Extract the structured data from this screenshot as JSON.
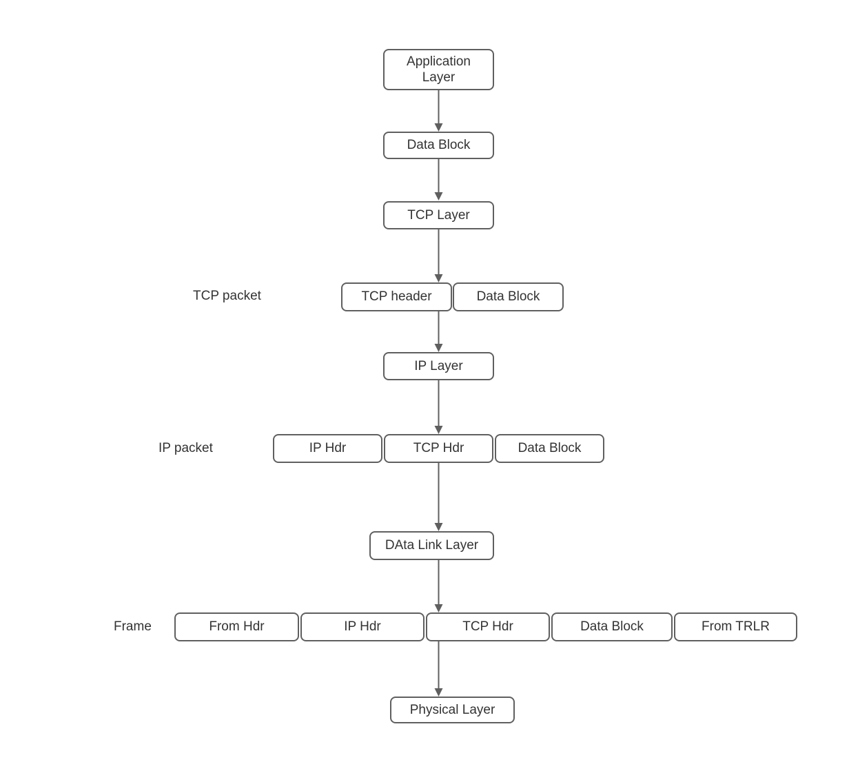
{
  "diagram": {
    "background_color": "#ffffff",
    "box_border_color": "#5f5f5f",
    "box_fill_color": "#ffffff",
    "text_color": "#333333",
    "arrow_color": "#5f5f5f",
    "nodes": {
      "application_layer": "Application Layer",
      "data_block": "Data Block",
      "tcp_layer": "TCP Layer",
      "ip_layer": "IP Layer",
      "data_link_layer": "DAta Link Layer",
      "physical_layer": "Physical Layer"
    },
    "tcp_packet": {
      "label": "TCP packet",
      "segments": [
        "TCP header",
        "Data Block"
      ]
    },
    "ip_packet": {
      "label": "IP packet",
      "segments": [
        "IP Hdr",
        "TCP Hdr",
        "Data Block"
      ]
    },
    "frame": {
      "label": "Frame",
      "segments": [
        "From Hdr",
        "IP Hdr",
        "TCP Hdr",
        "Data Block",
        "From TRLR"
      ]
    }
  }
}
